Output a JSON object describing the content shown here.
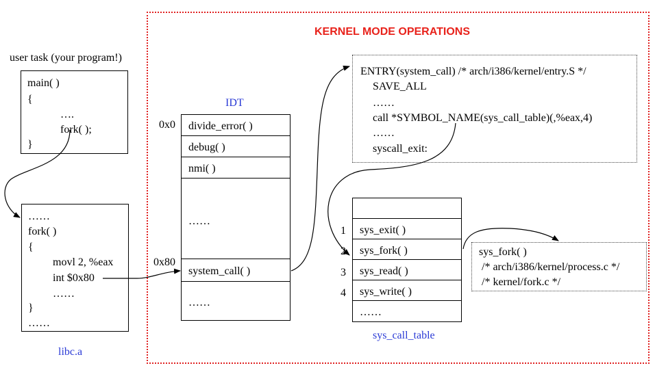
{
  "kernel": {
    "title": "KERNEL MODE OPERATIONS"
  },
  "user_task": {
    "heading": "user task (your program!)",
    "lines": [
      "main( )",
      "{",
      "….",
      "fork( );",
      "}"
    ]
  },
  "libc": {
    "label": "libc.a",
    "lines": [
      "……",
      "fork( )",
      "{",
      "movl 2, %eax",
      "int $0x80",
      "……",
      "}",
      "……"
    ]
  },
  "idt": {
    "label": "IDT",
    "addr_0": "0x0",
    "addr_80": "0x80",
    "entries": [
      "divide_error( )",
      "debug( )",
      "nmi( )",
      "……",
      "system_call( )",
      "……"
    ]
  },
  "entry": {
    "lines": [
      "ENTRY(system_call)  /* arch/i386/kernel/entry.S */",
      "SAVE_ALL",
      "……",
      "call *SYMBOL_NAME(sys_call_table)(,%eax,4)",
      "……",
      "syscall_exit:"
    ]
  },
  "sys_call_table": {
    "label": "sys_call_table",
    "indices": [
      "1",
      "2",
      "3",
      "4"
    ],
    "entries": [
      "sys_exit( )",
      "sys_fork( )",
      "sys_read( )",
      "sys_write( )",
      "……"
    ]
  },
  "sys_fork_def": {
    "lines": [
      "sys_fork( )",
      "/* arch/i386/kernel/process.c */",
      "/* kernel/fork.c */"
    ]
  },
  "colors": {
    "kernel_border": "#e02020",
    "kernel_title": "#e8221b",
    "label_blue": "#2b3bd6"
  }
}
